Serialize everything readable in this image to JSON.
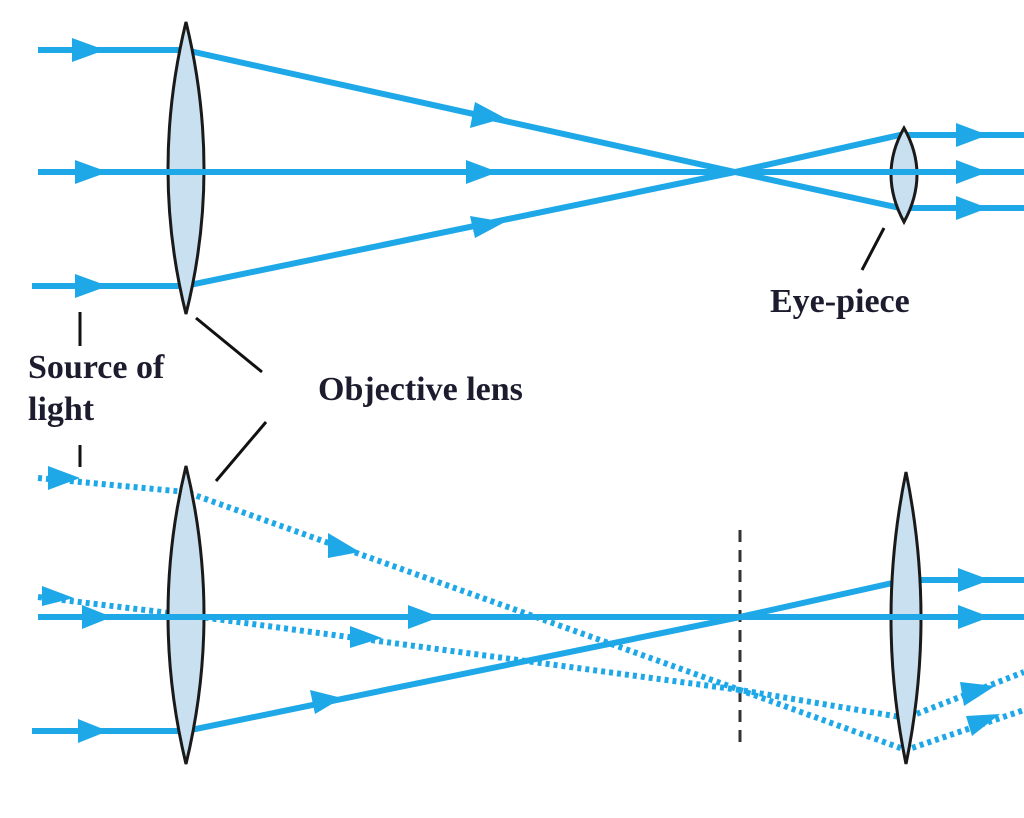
{
  "figure": {
    "subject": "Compound microscope / telescope ray diagram",
    "labels": {
      "eye_piece": "Eye-piece",
      "source_line1": "Source of",
      "source_line2": "light",
      "objective": "Objective lens"
    },
    "colors": {
      "ray": "#1ea8e8",
      "lens_fill": "#c8e0f0",
      "lens_outline": "#1a1a1a",
      "text": "#1c1c2e"
    },
    "top_diagram": {
      "description": "Parallel rays converge through objective lens to a focus, then exit eye-piece parallel",
      "ray_count": 3
    },
    "bottom_diagram": {
      "description": "Solid and dotted ray bundles through objective lens, crossing at dashed focal plane, refracted by eye-piece",
      "solid_ray_count": 2,
      "dotted_ray_count": 2
    }
  }
}
